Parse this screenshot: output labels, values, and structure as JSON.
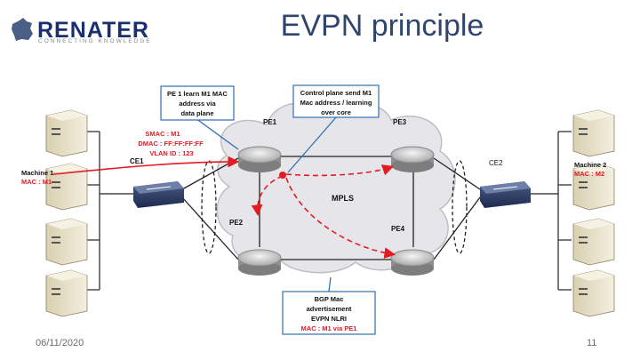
{
  "header": {
    "logo_name": "RENATER",
    "logo_tagline": "CONNECTING KNOWLEDGE",
    "title": "EVPN principle"
  },
  "footer": {
    "date": "06/11/2020",
    "page_number": "11"
  },
  "diagram": {
    "callout_pe1": [
      "PE 1 learn M1 MAC",
      "address via",
      "data plane"
    ],
    "callout_control": [
      "Control plane send M1",
      "Mac address / learning",
      "over core"
    ],
    "callout_bgp": [
      "BGP Mac",
      "advertisement",
      "EVPN NLRI",
      "MAC : M1 via PE1"
    ],
    "frame_info": [
      "SMAC : M1",
      "DMAC : FF:FF:FF:FF",
      "VLAN ID : 123"
    ],
    "machine1": {
      "name": "Machine 1",
      "mac": "MAC : M1"
    },
    "machine2": {
      "name": "Machine 2",
      "mac": "MAC : M2"
    },
    "labels": {
      "ce1": "CE1",
      "ce2": "CE2",
      "pe1": "PE1",
      "pe2": "PE2",
      "pe3": "PE3",
      "pe4": "PE4",
      "mpls": "MPLS"
    },
    "colors": {
      "callout_border": "#2f6fb5",
      "red_text": "#e31b23",
      "blue_line": "#2f6fb5",
      "cloud": "#e6e6ea"
    }
  }
}
